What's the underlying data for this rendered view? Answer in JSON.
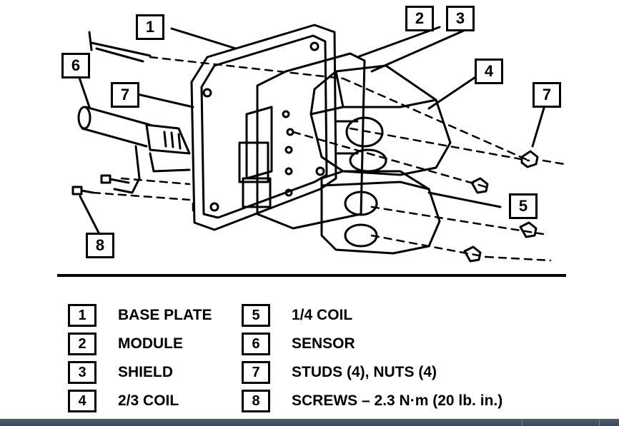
{
  "callouts": [
    {
      "num": "1"
    },
    {
      "num": "2"
    },
    {
      "num": "3"
    },
    {
      "num": "4"
    },
    {
      "num": "5"
    },
    {
      "num": "6"
    },
    {
      "num": "7"
    },
    {
      "num": "7"
    },
    {
      "num": "8"
    }
  ],
  "legend": [
    {
      "num": "1",
      "label": "BASE PLATE"
    },
    {
      "num": "2",
      "label": "MODULE"
    },
    {
      "num": "3",
      "label": "SHIELD"
    },
    {
      "num": "4",
      "label": "2/3 COIL"
    },
    {
      "num": "5",
      "label": "1/4 COIL"
    },
    {
      "num": "6",
      "label": "SENSOR"
    },
    {
      "num": "7",
      "label": "STUDS (4), NUTS (4)"
    },
    {
      "num": "8",
      "label": "SCREWS  –  2.3 N·m (20 lb. in.)"
    }
  ]
}
